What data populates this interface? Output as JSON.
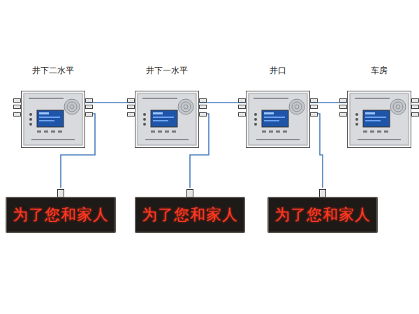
{
  "diagram": {
    "nodes": [
      {
        "text": [
          "井下二水平"
        ]
      },
      {
        "text": [
          "井下一水平"
        ]
      },
      {
        "text": [
          "井口"
        ]
      },
      {
        "text": [
          "车房"
        ]
      },
      {
        "text": [
          "为了您和家人"
        ]
      },
      {
        "text": [
          "为了您和家人"
        ]
      },
      {
        "text": [
          "为了您和家人"
        ]
      }
    ],
    "edges": [
      {
        "from": 0,
        "to": 1,
        "arrow": "none"
      },
      {
        "from": 1,
        "to": 2,
        "arrow": "none"
      },
      {
        "from": 2,
        "to": 3,
        "arrow": "none"
      },
      {
        "from": 0,
        "to": 4,
        "arrow": "none"
      },
      {
        "from": 1,
        "to": 5,
        "arrow": "none"
      },
      {
        "from": 2,
        "to": 6,
        "arrow": "none"
      }
    ]
  }
}
